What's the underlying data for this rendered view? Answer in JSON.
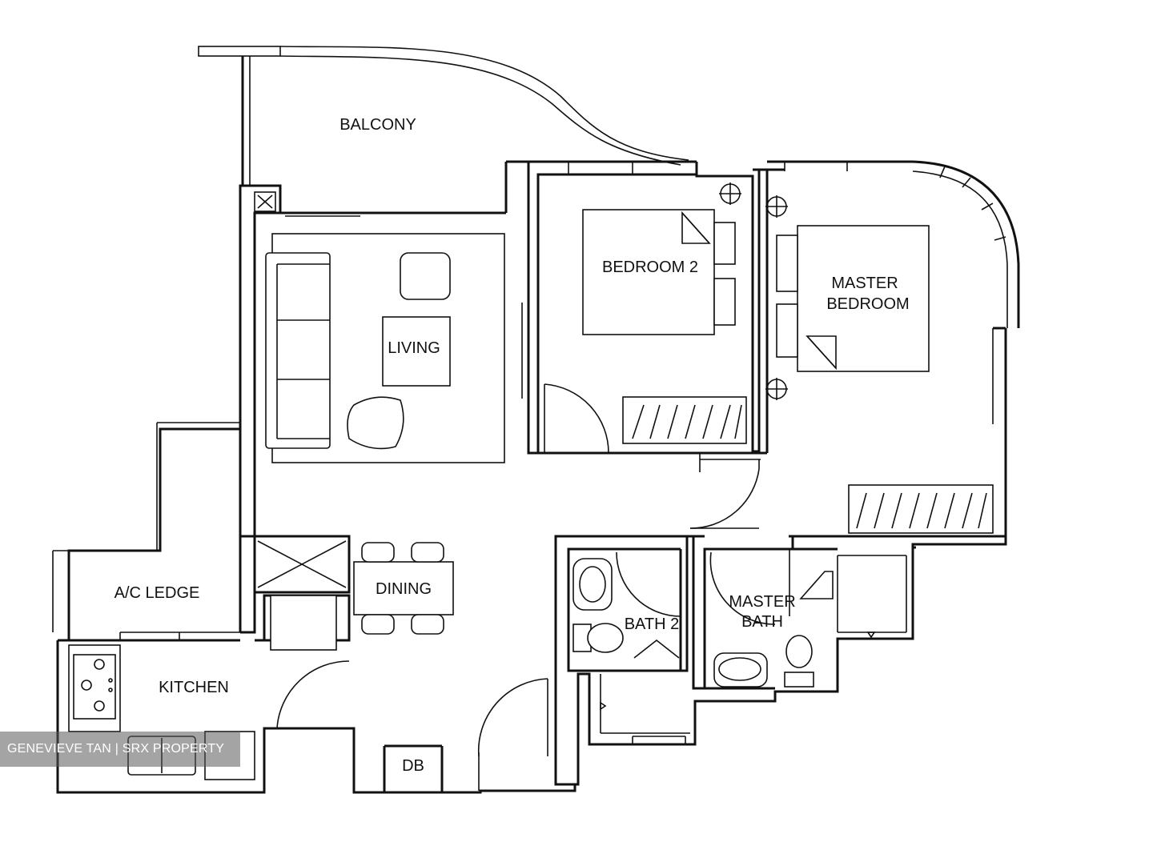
{
  "rooms": {
    "balcony": "BALCONY",
    "living": "LIVING",
    "bedroom2": "BEDROOM 2",
    "master_bedroom_line1": "MASTER",
    "master_bedroom_line2": "BEDROOM",
    "ac_ledge": "A/C LEDGE",
    "dining": "DINING",
    "kitchen": "KITCHEN",
    "bath2": "BATH 2",
    "master_bath_line1": "MASTER",
    "master_bath_line2": "BATH",
    "db": "DB"
  },
  "watermark": "GENEVIEVE TAN | SRX PROPERTY",
  "colors": {
    "line": "#111111",
    "background": "#ffffff"
  }
}
